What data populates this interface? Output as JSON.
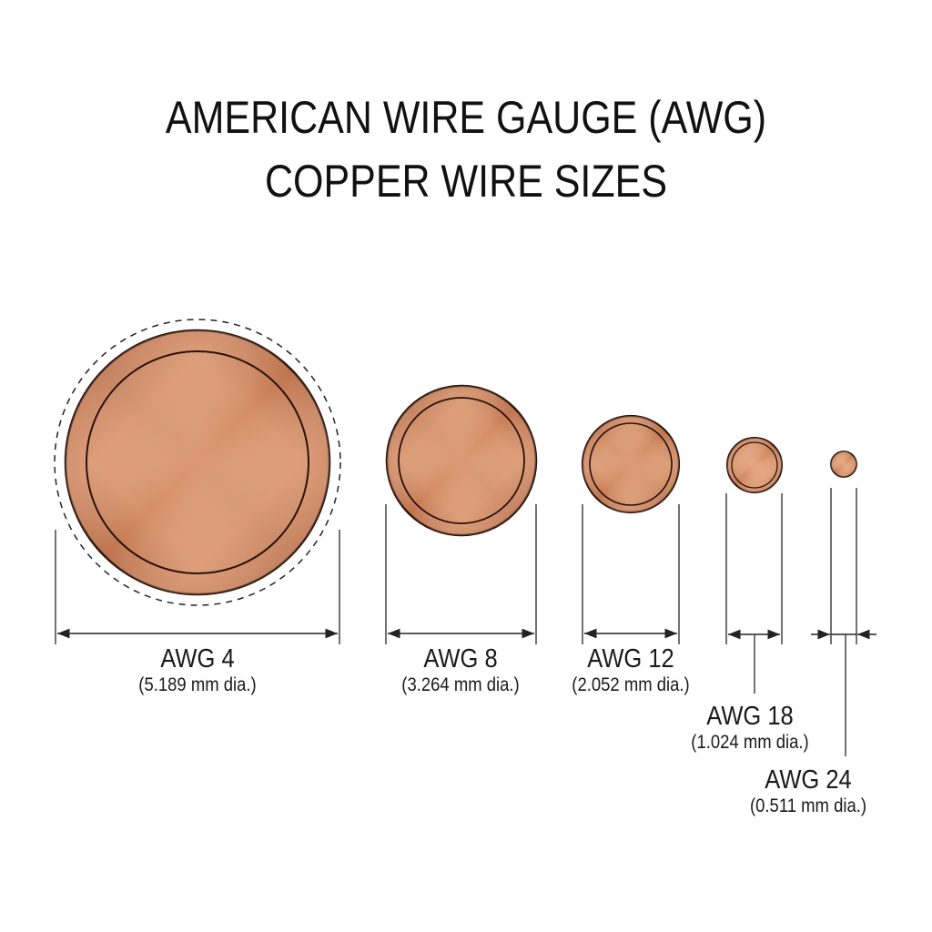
{
  "title": {
    "line1": "AMERICAN WIRE GAUGE (AWG)",
    "line2": "COPPER WIRE SIZES"
  },
  "colors": {
    "copper_light": "#f0b08a",
    "copper_mid": "#d38a60",
    "copper_dark": "#a85e38",
    "outline": "#2a1208",
    "dimension_line": "#333333",
    "text": "#111111"
  },
  "wires": [
    {
      "gauge_label": "AWG 4",
      "diameter_label": "(5.189 mm dia.)",
      "diameter_mm": 5.189,
      "has_dashed_insulation": true
    },
    {
      "gauge_label": "AWG 8",
      "diameter_label": "(3.264 mm dia.)",
      "diameter_mm": 3.264,
      "has_dashed_insulation": false
    },
    {
      "gauge_label": "AWG 12",
      "diameter_label": "(2.052 mm dia.)",
      "diameter_mm": 2.052,
      "has_dashed_insulation": false
    },
    {
      "gauge_label": "AWG 18",
      "diameter_label": "(1.024 mm dia.)",
      "diameter_mm": 1.024,
      "has_dashed_insulation": false
    },
    {
      "gauge_label": "AWG 24",
      "diameter_label": "(0.511 mm dia.)",
      "diameter_mm": 0.511,
      "has_dashed_insulation": false
    }
  ]
}
